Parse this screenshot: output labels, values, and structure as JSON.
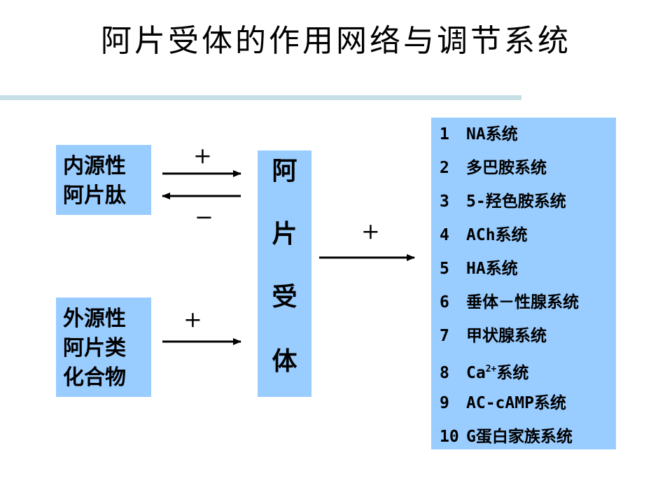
{
  "title": "阿片受体的作用网络与调节系统",
  "endogenous": {
    "lines": [
      "内源性",
      "阿片肽"
    ]
  },
  "exogenous": {
    "lines": [
      "外源性",
      "阿片类",
      "化合物"
    ]
  },
  "receptor": {
    "chars": [
      "阿",
      "片",
      "受",
      "体"
    ]
  },
  "signs": {
    "endo_forward": "+",
    "endo_back": "−",
    "exo_forward": "+",
    "receptor_out": "+"
  },
  "systems": [
    {
      "num": "1",
      "label": "NA系统"
    },
    {
      "num": "2",
      "label": "多巴胺系统"
    },
    {
      "num": "3",
      "label": "5-羟色胺系统"
    },
    {
      "num": "4",
      "label": "ACh系统"
    },
    {
      "num": "5",
      "label": "HA系统"
    },
    {
      "num": "6",
      "label": "垂体－性腺系统"
    },
    {
      "num": "7",
      "label": "甲状腺系统"
    },
    {
      "num": "8",
      "label_pre": "Ca",
      "label_sup": "2+",
      "label_post": "系统"
    },
    {
      "num": "9",
      "label": "AC-cAMP系统"
    },
    {
      "num": "10",
      "label": "G蛋白家族系统"
    }
  ]
}
